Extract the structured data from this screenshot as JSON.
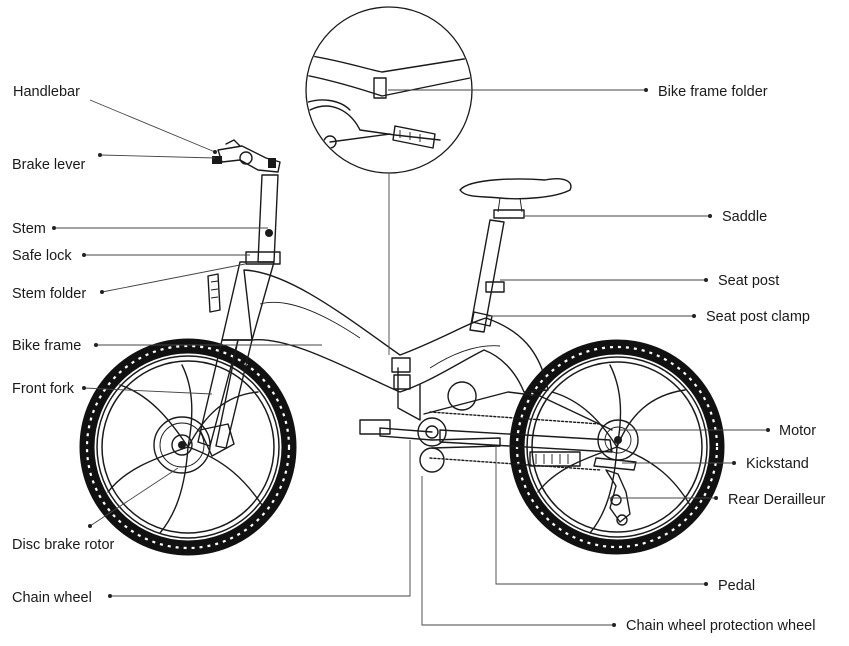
{
  "labels": {
    "handlebar": "Handlebar",
    "brake_lever": "Brake lever",
    "stem": "Stem",
    "safe_lock": "Safe lock",
    "stem_folder": "Stem folder",
    "bike_frame": "Bike frame",
    "front_fork": "Front fork",
    "disc_brake_rotor": "Disc brake rotor",
    "chain_wheel": "Chain wheel",
    "bike_frame_folder": "Bike frame folder",
    "saddle": "Saddle",
    "seat_post": "Seat post",
    "seat_post_clamp": "Seat post clamp",
    "motor": "Motor",
    "kickstand": "Kickstand",
    "rear_derailleur": "Rear Derailleur",
    "pedal": "Pedal",
    "chain_wheel_protection_wheel": "Chain wheel protection wheel"
  },
  "colors": {
    "line": "#1a1a1a",
    "background": "#ffffff"
  }
}
